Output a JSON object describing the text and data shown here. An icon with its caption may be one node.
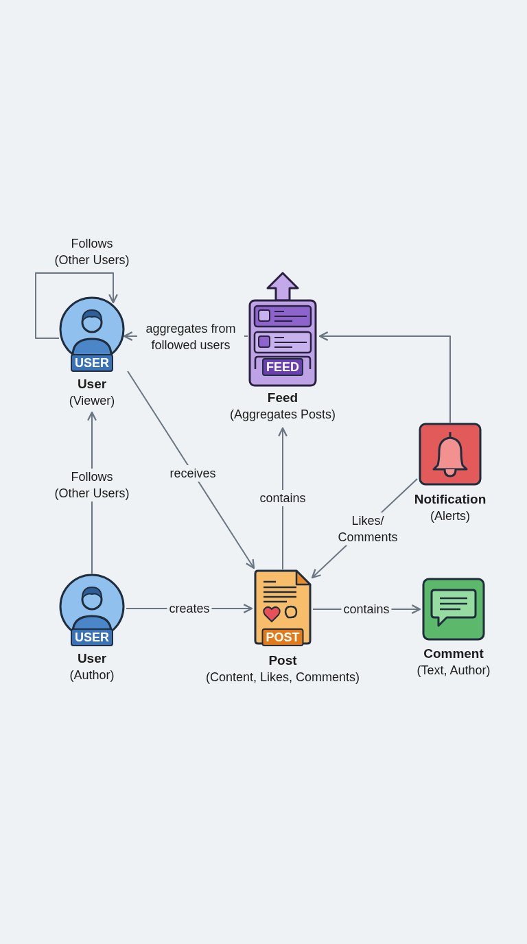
{
  "diagram": {
    "nodes": [
      {
        "text": [
          "USER",
          "User",
          "(Viewer)"
        ]
      },
      {
        "text": [
          "FEED",
          "Feed",
          "(Aggregates Posts)"
        ]
      },
      {
        "text": [
          "Notification",
          "(Alerts)"
        ]
      },
      {
        "text": [
          "USER",
          "User",
          "(Author)"
        ]
      },
      {
        "text": [
          "POST",
          "Post",
          "(Content, Likes, Comments)"
        ]
      },
      {
        "text": [
          "Comment",
          "(Text, Author)"
        ]
      }
    ],
    "edges": [
      {
        "from": 0,
        "to": 0,
        "arrow": "to",
        "label": "Follows (Other Users)"
      },
      {
        "from": 1,
        "to": 0,
        "arrow": "to",
        "label": "aggregates from followed users"
      },
      {
        "from": 2,
        "to": 1,
        "arrow": "to"
      },
      {
        "from": 0,
        "to": 4,
        "arrow": "to",
        "label": "receives"
      },
      {
        "from": 3,
        "to": 0,
        "arrow": "to",
        "label": "Follows (Other Users)"
      },
      {
        "from": 4,
        "to": 1,
        "arrow": "to",
        "label": "contains"
      },
      {
        "from": 2,
        "to": 4,
        "arrow": "to",
        "label": "Likes/ Comments"
      },
      {
        "from": 3,
        "to": 4,
        "arrow": "to",
        "label": "creates"
      },
      {
        "from": 4,
        "to": 5,
        "arrow": "to",
        "label": "contains"
      }
    ]
  }
}
